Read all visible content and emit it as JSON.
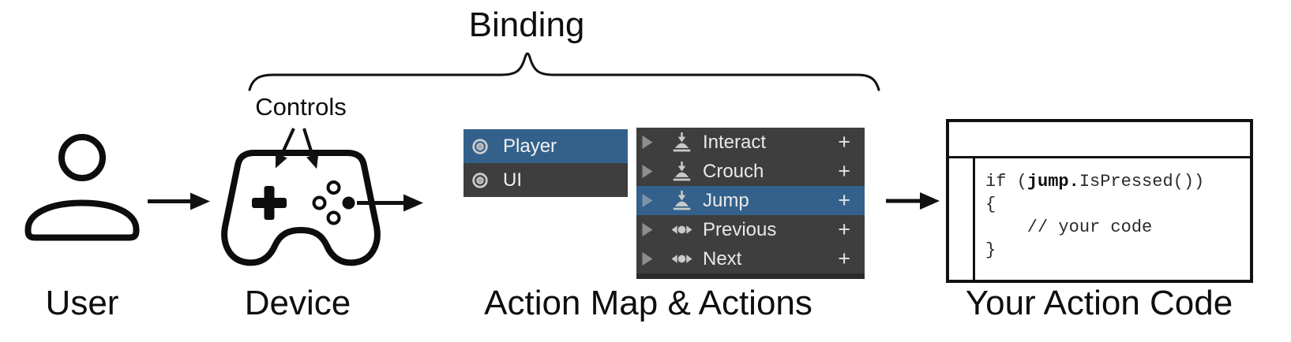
{
  "diagram": {
    "binding_label": "Binding",
    "controls_label": "Controls",
    "stage_labels": {
      "user": "User",
      "device": "Device",
      "action_map": "Action Map & Actions",
      "action_code": "Your Action Code"
    }
  },
  "action_maps_panel": {
    "items": [
      {
        "label": "Player",
        "icon": "action-map-icon",
        "selected": true
      },
      {
        "label": "UI",
        "icon": "action-map-icon",
        "selected": false
      }
    ]
  },
  "actions_panel": {
    "add_button_label": "+",
    "items": [
      {
        "label": "Interact",
        "icon": "button-control-icon",
        "selected": false
      },
      {
        "label": "Crouch",
        "icon": "button-control-icon",
        "selected": false
      },
      {
        "label": "Jump",
        "icon": "button-control-icon",
        "selected": true
      },
      {
        "label": "Previous",
        "icon": "axis-control-icon",
        "selected": false
      },
      {
        "label": "Next",
        "icon": "axis-control-icon",
        "selected": false
      }
    ]
  },
  "code_window": {
    "line1": {
      "prefix": "if (",
      "bold": "jump.",
      "suffix": "IsPressed())"
    },
    "line2": "{",
    "line3": "    // your code",
    "line4": "}"
  },
  "colors": {
    "selection_blue": "#33618C",
    "panel_dark": "#3E3E3E",
    "panel_footer": "#2B2B2B",
    "icon_gray": "#C9C9C9",
    "foldout_gray": "#8E8E8E",
    "panel_text": "#EDEDED",
    "ink_black": "#111111"
  }
}
